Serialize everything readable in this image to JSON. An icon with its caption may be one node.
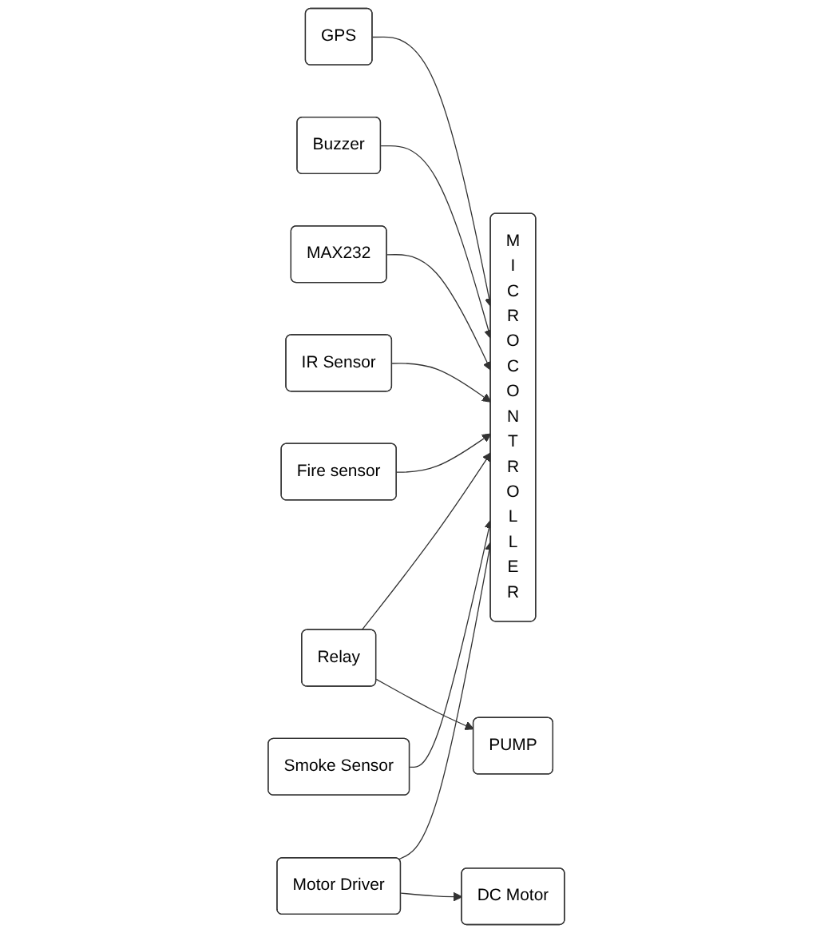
{
  "diagram": {
    "nodes": [
      {
        "text": [
          "GPS"
        ]
      },
      {
        "text": [
          "Buzzer"
        ]
      },
      {
        "text": [
          "MAX232"
        ]
      },
      {
        "text": [
          "Relay"
        ]
      },
      {
        "text": [
          "PUMP"
        ]
      },
      {
        "text": [
          "MICROCONTROLLER"
        ]
      },
      {
        "text": [
          "IR Sensor"
        ]
      },
      {
        "text": [
          "Fire sensor"
        ]
      },
      {
        "text": [
          "Smoke Sensor"
        ]
      },
      {
        "text": [
          "Motor Driver"
        ]
      },
      {
        "text": [
          "DC Motor"
        ]
      }
    ],
    "edges": [
      {
        "from": 0,
        "to": 5,
        "arrow": "to"
      },
      {
        "from": 1,
        "to": 5,
        "arrow": "to"
      },
      {
        "from": 2,
        "to": 5,
        "arrow": "to"
      },
      {
        "from": 3,
        "to": 5,
        "arrow": "to"
      },
      {
        "from": 3,
        "to": 4,
        "arrow": "to"
      },
      {
        "from": 6,
        "to": 5,
        "arrow": "to"
      },
      {
        "from": 7,
        "to": 5,
        "arrow": "to"
      },
      {
        "from": 8,
        "to": 5,
        "arrow": "to"
      },
      {
        "from": 9,
        "to": 5,
        "arrow": "to"
      },
      {
        "from": 9,
        "to": 10,
        "arrow": "to"
      }
    ]
  }
}
